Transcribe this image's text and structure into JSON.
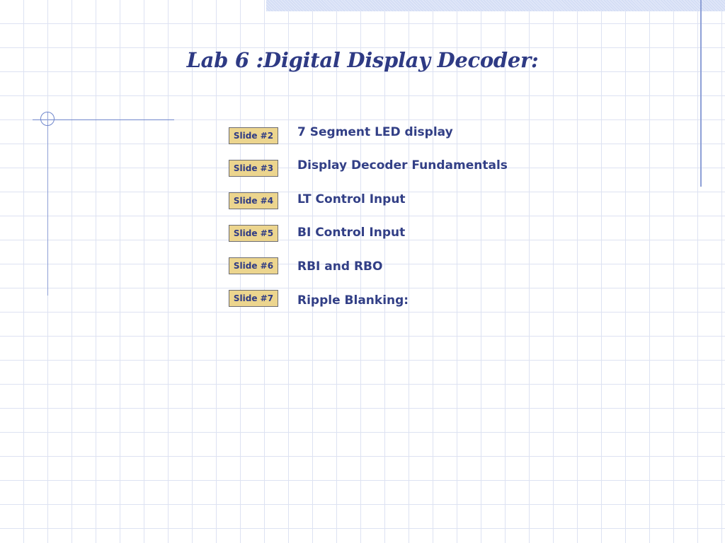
{
  "title": "Lab 6 :Digital Display Decoder:",
  "items": [
    {
      "button": "Slide #2",
      "label": "7 Segment LED display"
    },
    {
      "button": "Slide #3",
      "label": "Display Decoder Fundamentals"
    },
    {
      "button": "Slide #4",
      "label": "LT Control Input"
    },
    {
      "button": "Slide #5",
      "label": "BI Control Input"
    },
    {
      "button": "Slide #6",
      "label": "RBI and RBO"
    },
    {
      "button": "Slide #7",
      "label": "Ripple Blanking:"
    }
  ],
  "colors": {
    "title": "#2e3a84",
    "button_fill": "#ecd58e",
    "button_border": "#6c6c72",
    "grid": "#dde2f2",
    "accent_line": "#6f86cc"
  }
}
